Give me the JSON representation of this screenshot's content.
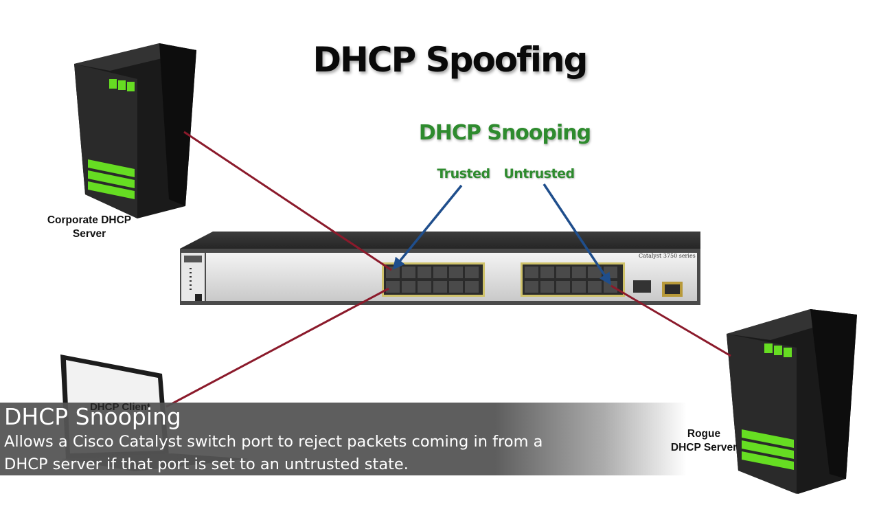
{
  "title": "DHCP Spoofing",
  "snooping": {
    "title": "DHCP Snooping",
    "trusted_label": "Trusted",
    "untrusted_label": "Untrusted"
  },
  "devices": {
    "corporate_server": "Corporate DHCP\nServer",
    "rogue_server": "Rogue\nDHCP Server",
    "client": "DHCP Client",
    "switch_model": "Catalyst 3750 series"
  },
  "caption": {
    "title": "DHCP Snooping",
    "line1": "Allows a Cisco Catalyst switch port to reject packets coming in from a",
    "line2": "DHCP server if that port is set to an untrusted state."
  },
  "colors": {
    "link": "#8b1a2b",
    "arrow": "#1f4e8c",
    "label_green": "#2e8b2e",
    "led_green": "#66dd22"
  }
}
